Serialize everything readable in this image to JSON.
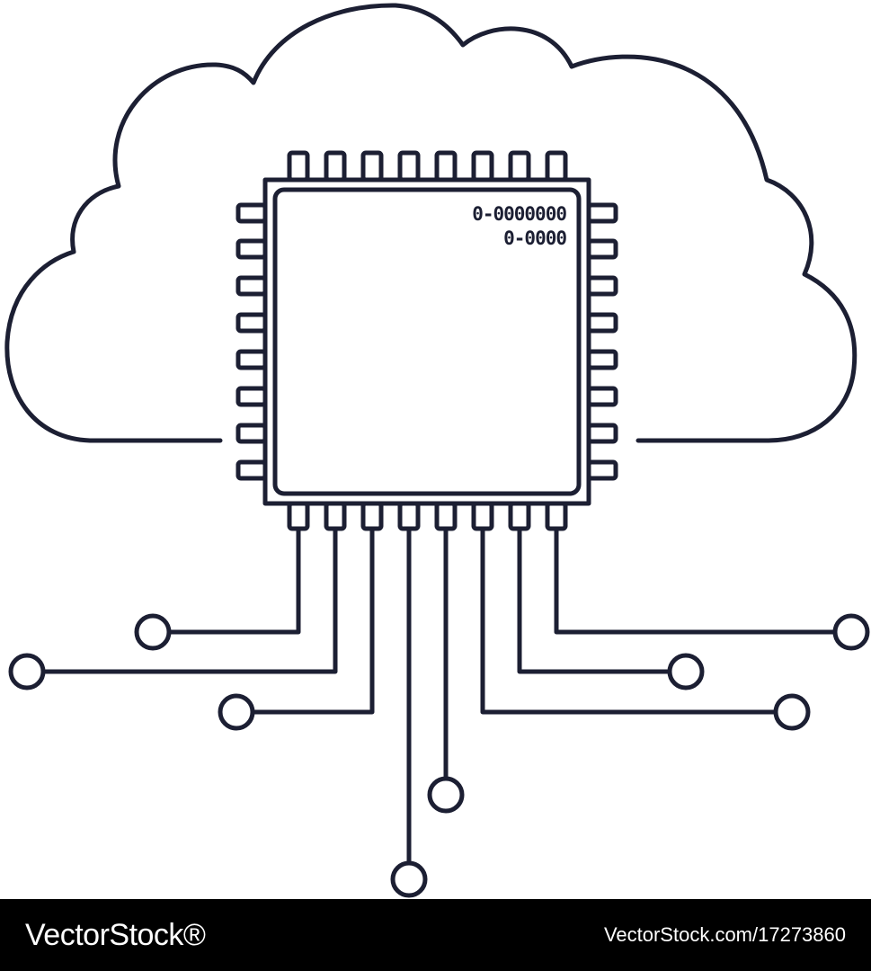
{
  "colors": {
    "ink": "#1c1f33",
    "background": "#ffffff",
    "footer_bg": "#000000",
    "footer_text": "#ffffff"
  },
  "illustration": {
    "icons": [
      "cloud-icon",
      "microchip-icon",
      "circuit-traces"
    ],
    "chip_code": {
      "line1": "0-0000000",
      "line2": "0-0000"
    }
  },
  "footer": {
    "brand": "VectorStock®",
    "image_url": "VectorStock.com/17273860"
  }
}
